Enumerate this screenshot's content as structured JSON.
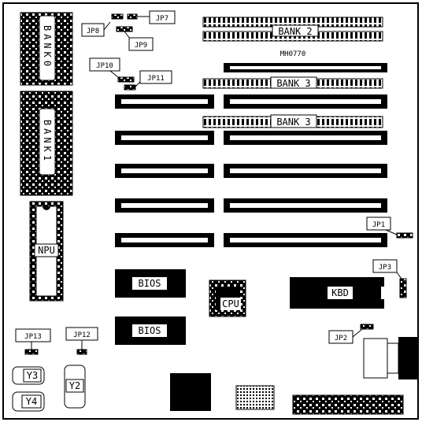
{
  "diagram": {
    "model_code": "MH0770",
    "simm_banks": {
      "bank0": "BANK0",
      "bank1": "BANK1",
      "bank2": "BANK 2",
      "bank3_upper": "BANK 3",
      "bank3_lower": "BANK 3"
    },
    "chips": {
      "npu": "NPU",
      "bios_1": "BIOS",
      "bios_2": "BIOS",
      "cpu": "CPU",
      "kbd": "KBD"
    },
    "crystals": {
      "y2": "Y2",
      "y3": "Y3",
      "y4": "Y4"
    },
    "jumpers": {
      "jp1": "JP1",
      "jp2": "JP2",
      "jp3": "JP3",
      "jp7": "JP7",
      "jp8": "JP8",
      "jp9": "JP9",
      "jp10": "JP10",
      "jp11": "JP11",
      "jp12": "JP12",
      "jp13": "JP13"
    }
  }
}
